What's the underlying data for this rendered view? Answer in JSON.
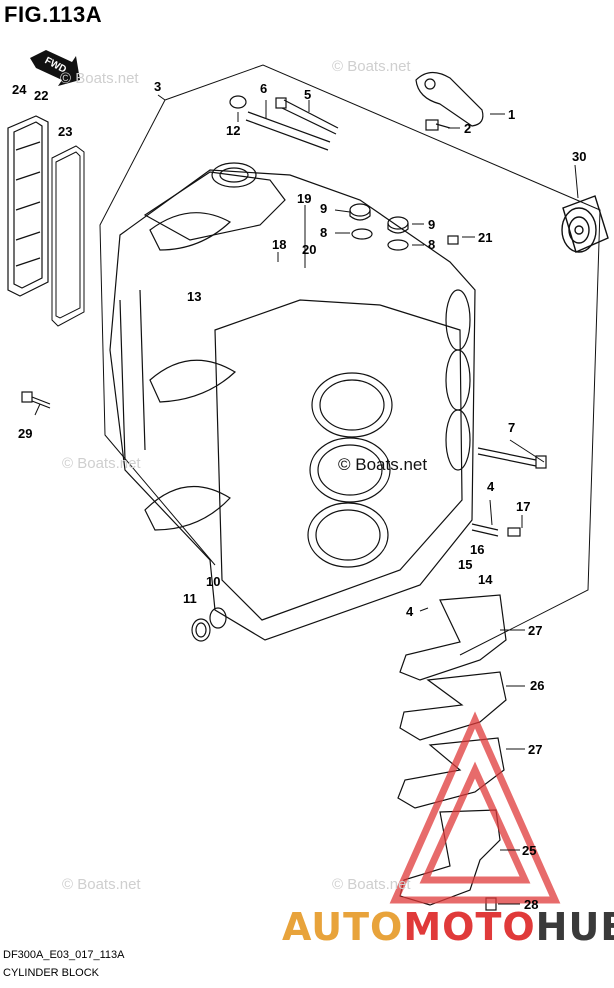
{
  "figure": {
    "title": "FIG.113A",
    "code": "DF300A_E03_017_113A",
    "caption": "CYLINDER BLOCK",
    "direction_label": "FWD"
  },
  "watermark": {
    "text": "© Boats.net",
    "faint_text": "© Boats.net"
  },
  "logo": {
    "part1": "AUTO",
    "part2": "MOTO",
    "part3": "HUB"
  },
  "callouts": [
    "1",
    "2",
    "3",
    "4",
    "4",
    "5",
    "6",
    "7",
    "8",
    "8",
    "9",
    "9",
    "10",
    "11",
    "12",
    "13",
    "14",
    "15",
    "16",
    "17",
    "18",
    "19",
    "20",
    "21",
    "22",
    "23",
    "24",
    "25",
    "26",
    "27",
    "27",
    "28",
    "29",
    "30"
  ]
}
